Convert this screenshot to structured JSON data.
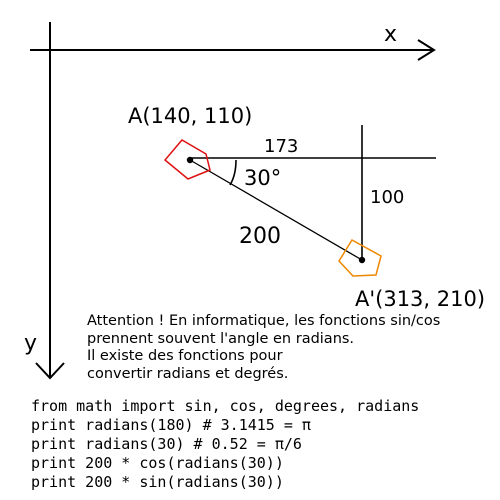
{
  "axes": {
    "x_label": "x",
    "y_label": "y"
  },
  "points": {
    "a_label": "A(140, 110)",
    "a_prime_label": "A'(313, 210)"
  },
  "measures": {
    "horizontal": "173",
    "vertical": "100",
    "hypotenuse": "200",
    "angle": "30°"
  },
  "colors": {
    "shape_a": "#dd1111",
    "shape_a_prime": "#ee8800",
    "lines": "#000000"
  },
  "note": {
    "lines": [
      "Attention ! En informatique, les fonctions sin/cos",
      "prennent souvent l'angle en radians.",
      "Il existe des fonctions pour",
      "convertir radians et degrés."
    ]
  },
  "code": {
    "lines": [
      "from math import sin, cos, degrees, radians",
      "print radians(180) # 3.1415 = π",
      "print radians(30) # 0.52 = π/6",
      "print 200 * cos(radians(30))",
      "print 200 * sin(radians(30))"
    ]
  }
}
